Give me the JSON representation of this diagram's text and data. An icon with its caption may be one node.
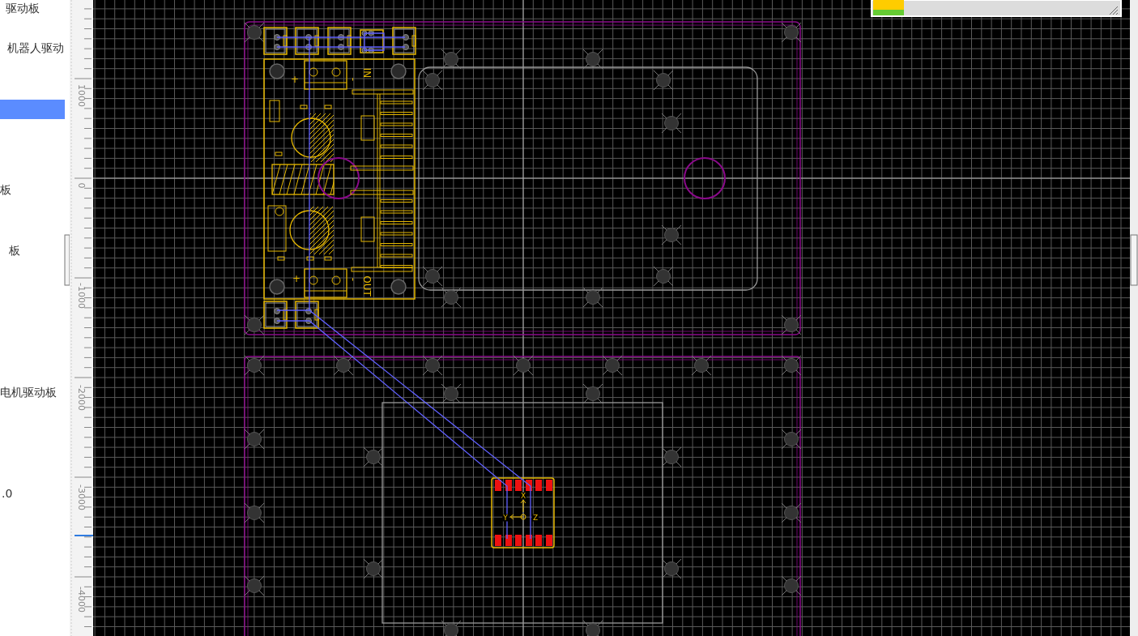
{
  "diagram": {
    "labels": [
      "驱动板",
      "机器人驱动",
      "板",
      "板",
      "电机驱动板",
      ".0",
      "1000",
      "0",
      "-1000",
      "-2000",
      "-3000",
      "-4000",
      "+",
      "-",
      "IN",
      "+",
      "-",
      "OUT",
      "X",
      "Y",
      "Z"
    ]
  }
}
